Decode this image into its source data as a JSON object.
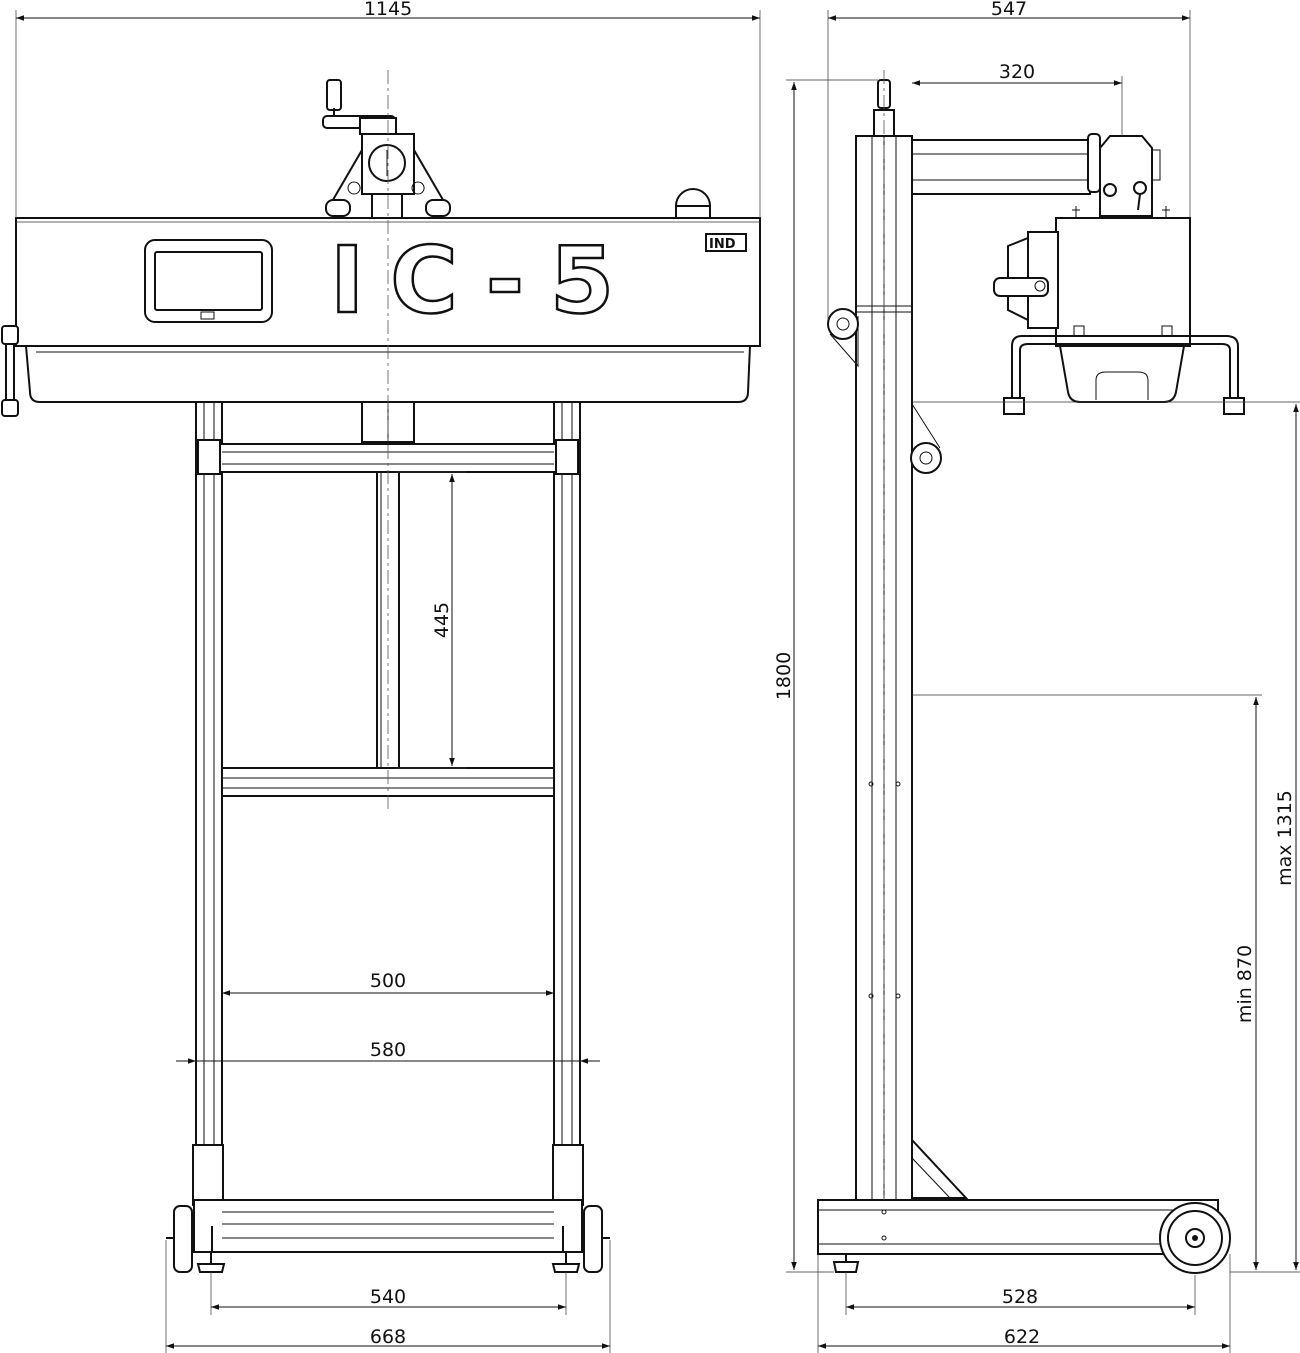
{
  "logo": {
    "model_text": "IC-5",
    "brand_badge": "IND"
  },
  "front_view": {
    "dims": {
      "overall_width": "1145",
      "lift_travel": "445",
      "inner_width": "500",
      "frame_width": "580",
      "foot_spacing": "540",
      "wheel_span": "668"
    }
  },
  "side_view": {
    "dims": {
      "overall_depth": "547",
      "arm_reach": "320",
      "overall_height": "1800",
      "max_height": "max 1315",
      "min_height": "min 870",
      "base_inner": "528",
      "base_outer": "622"
    }
  }
}
